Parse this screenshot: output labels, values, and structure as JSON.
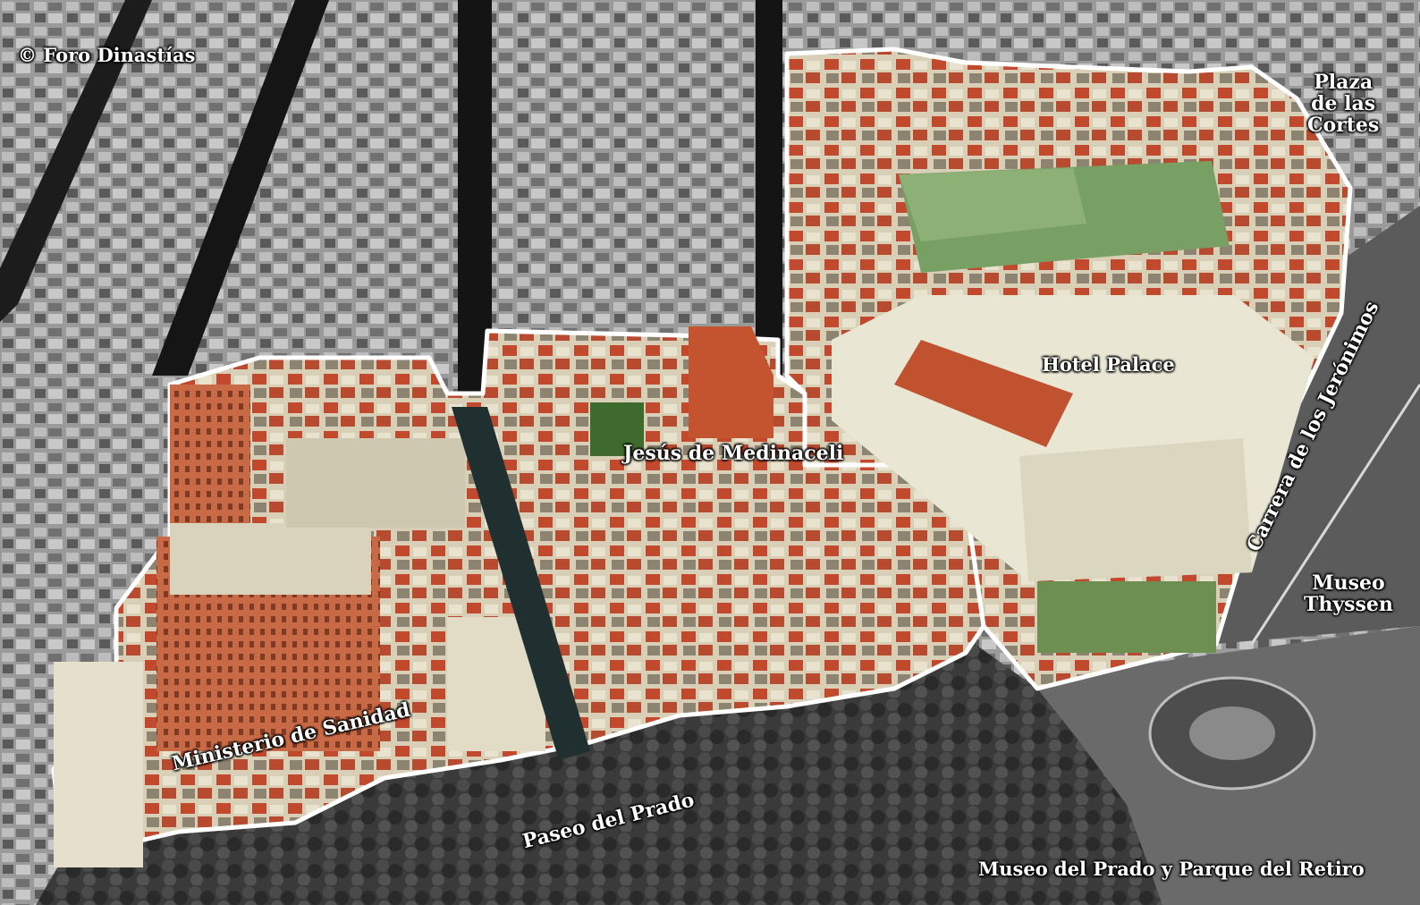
{
  "credit": "© Foro Dinastías",
  "labels": {
    "plaza_cortes": [
      "Plaza",
      "de las",
      "Cortes"
    ],
    "hotel_palace": "Hotel Palace",
    "medinaceli": "Jesús de Medinaceli",
    "carrera": "Carrera de los Jerónimos",
    "thyssen": [
      "Museo",
      "Thyssen"
    ],
    "sanidad": "Ministerio de Sanidad",
    "prado": "Paseo del Prado",
    "prado_retiro": "Museo del Prado y Parque del Retiro"
  },
  "colors": {
    "outline": "#ffffff",
    "roof_red": "#c0492e",
    "green_roof": "#6f9a5e",
    "grey_city": "#8a8a8a",
    "park_dark": "#2e2e2e"
  }
}
